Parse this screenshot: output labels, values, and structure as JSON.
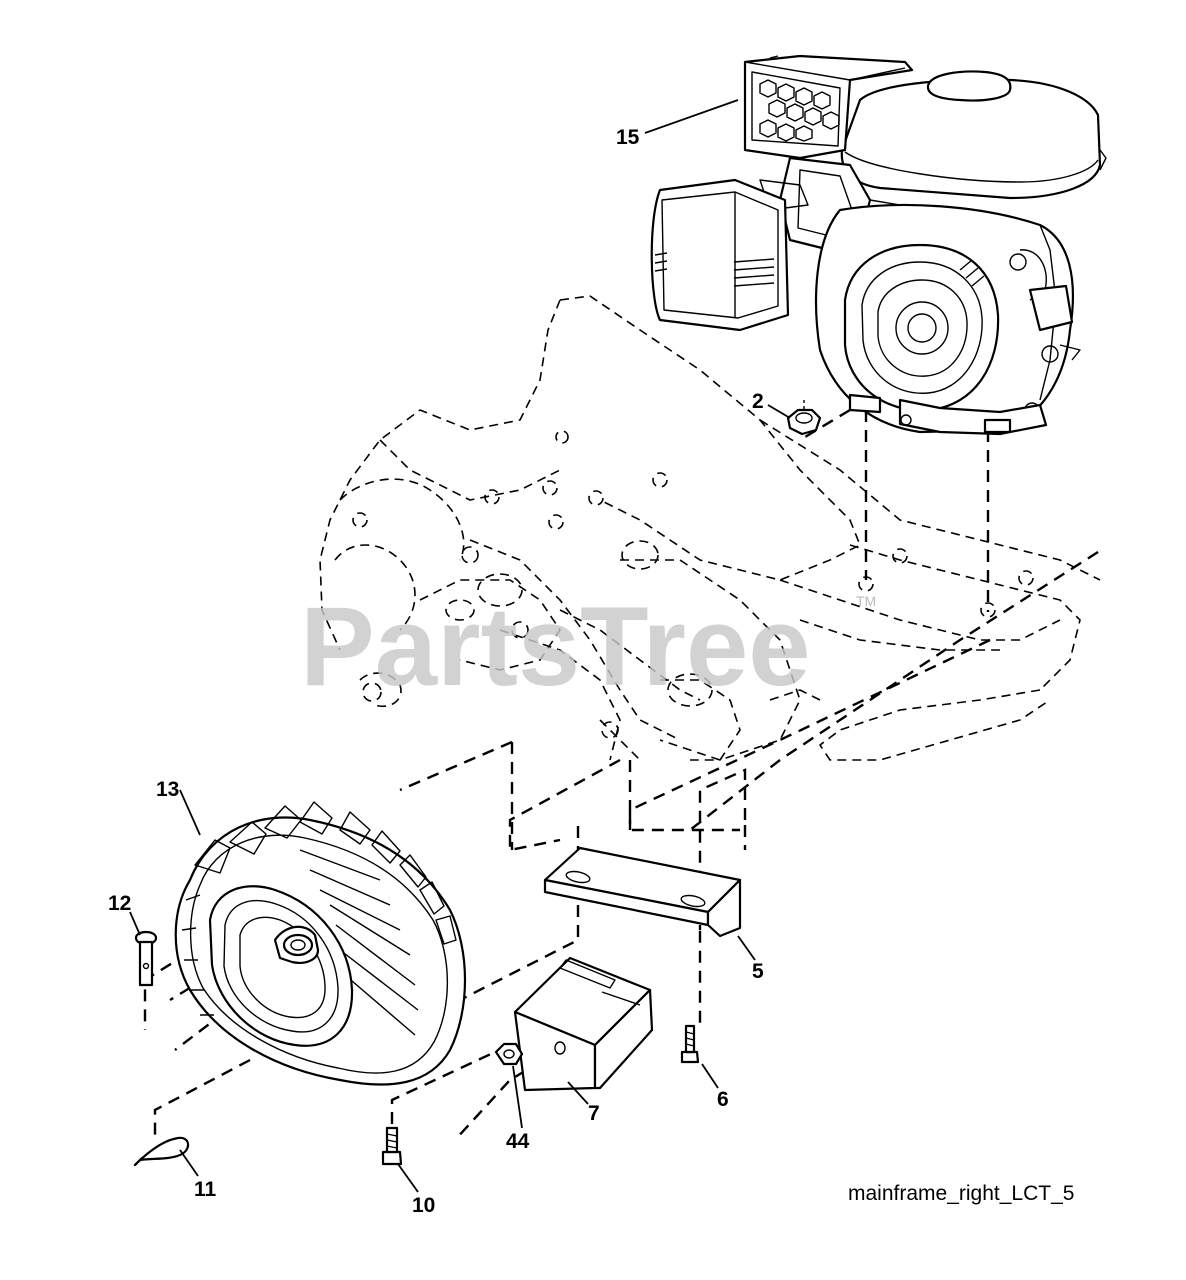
{
  "diagram_id": "mainframe_right_LCT_5",
  "watermark": "PartsTree",
  "trademark": "TM",
  "callouts": {
    "p15": "15",
    "p2": "2",
    "p13": "13",
    "p12": "12",
    "p5": "5",
    "p6": "6",
    "p7": "7",
    "p44": "44",
    "p11": "11",
    "p10": "10"
  }
}
